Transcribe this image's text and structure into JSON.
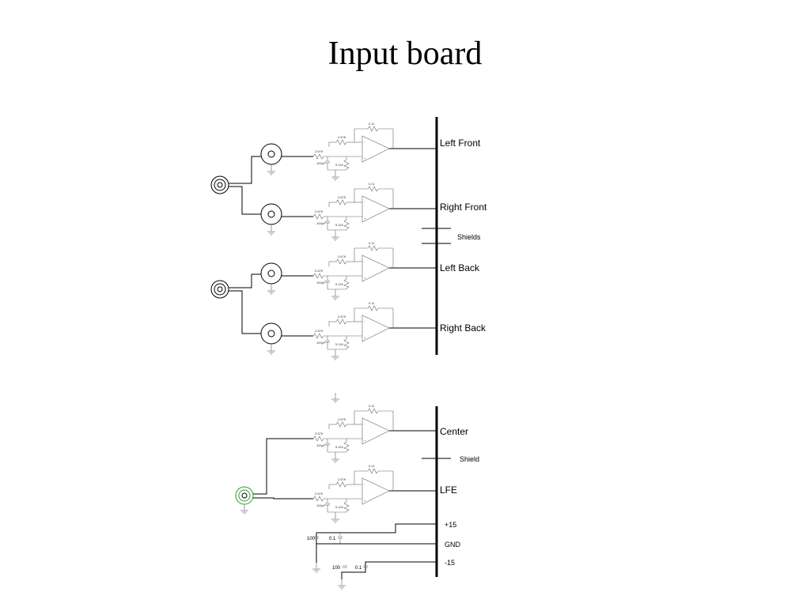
{
  "title": "Input board",
  "bus_labels": {
    "left_front": "Left Front",
    "right_front": "Right Front",
    "shields": "Shields",
    "left_back": "Left Back",
    "right_back": "Right Back",
    "center": "Center",
    "shield": "Shield",
    "lfe": "LFE",
    "plus15": "+15",
    "gnd": "GND",
    "minus15": "-15"
  },
  "components": {
    "feedback_r": "0.11",
    "input_r": "2.67K",
    "bias_r": "5.11K",
    "cap": "100pF"
  },
  "supply_caps": {
    "c1_big": "100",
    "c1_small": "0.1",
    "c2_big": "100",
    "c2_small": "0.1"
  },
  "colors": {
    "lfe_jack": "#2e9e2e"
  }
}
